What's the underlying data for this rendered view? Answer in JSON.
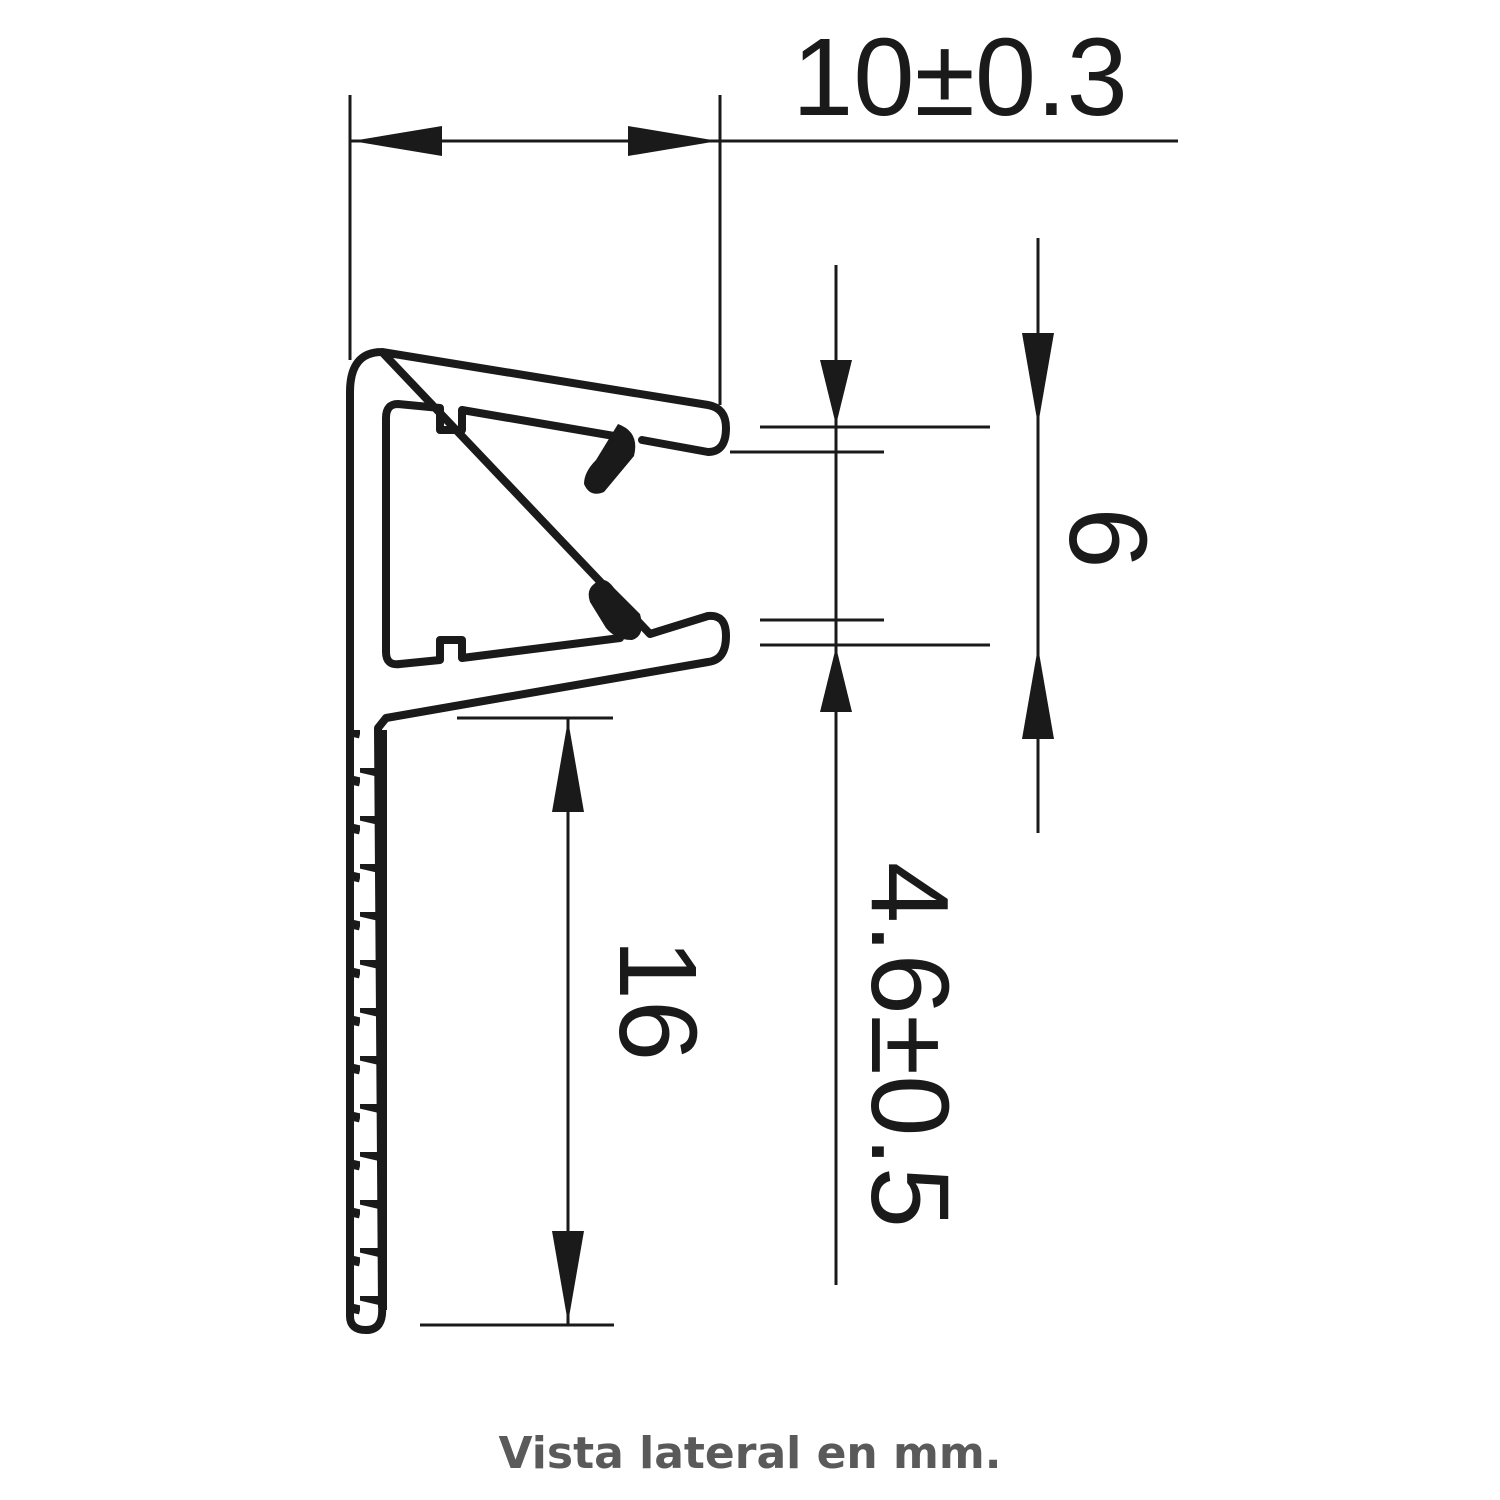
{
  "dimensions": {
    "width": "10±0.3",
    "gap_outer": "6",
    "lip_height": "16",
    "gap_inner": "4.6±0.5"
  },
  "caption": "Vista lateral en mm.",
  "colors": {
    "line": "#1a1a1a",
    "caption": "#5a5a5a",
    "background": "#ffffff"
  }
}
